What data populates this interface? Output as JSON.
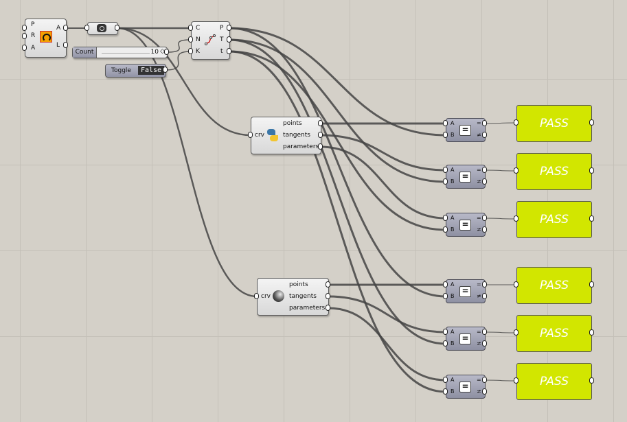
{
  "arc": {
    "inputs": [
      "P",
      "R",
      "A"
    ],
    "outputs": [
      "A",
      "L"
    ],
    "icon": "arc-icon"
  },
  "curve_param": {
    "icon": "curve-param-icon"
  },
  "slider": {
    "label": "Count",
    "value": "10"
  },
  "toggle": {
    "label": "Toggle",
    "value": "False"
  },
  "divide": {
    "inputs": [
      "C",
      "N",
      "K"
    ],
    "outputs": [
      "P",
      "T",
      "t"
    ],
    "icon": "divide-curve-icon"
  },
  "python": {
    "input": "crv",
    "outputs": [
      "points",
      "tangents",
      "parameters"
    ],
    "icon": "python-icon"
  },
  "script2": {
    "input": "crv",
    "outputs": [
      "points",
      "tangents",
      "parameters"
    ],
    "icon": "script-icon"
  },
  "equality": {
    "inputs": [
      "A",
      "B"
    ],
    "outputs": [
      "=",
      "≠"
    ],
    "icon_text": "="
  },
  "panels": [
    "PASS",
    "PASS",
    "PASS",
    "PASS",
    "PASS",
    "PASS"
  ],
  "colors": {
    "canvas": "#d4d0c8",
    "panel": "#d2e600"
  }
}
